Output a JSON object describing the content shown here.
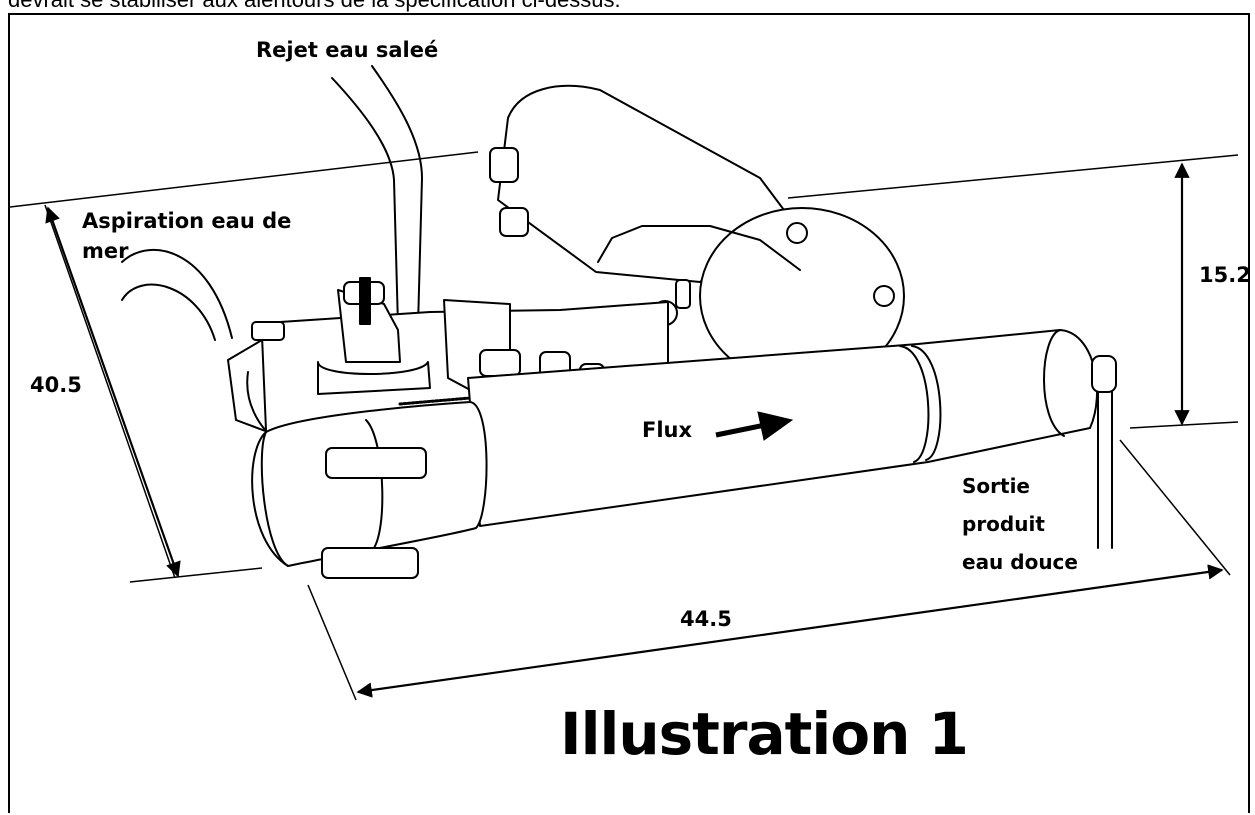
{
  "page": {
    "top_text": "devrait se stabiliser aux alentours de la spécification ci-dessus."
  },
  "labels": {
    "brine_reject": "Rejet eau saleé",
    "seawater_intake_line1": "Aspiration eau de",
    "seawater_intake_line2": "mer",
    "flow": "Flux",
    "product_line1": "Sortie",
    "product_line2": "produit",
    "product_line3": "eau douce"
  },
  "dimensions": {
    "depth": "40.5",
    "height": "15.2",
    "length": "44.5"
  },
  "caption": "Illustration 1"
}
